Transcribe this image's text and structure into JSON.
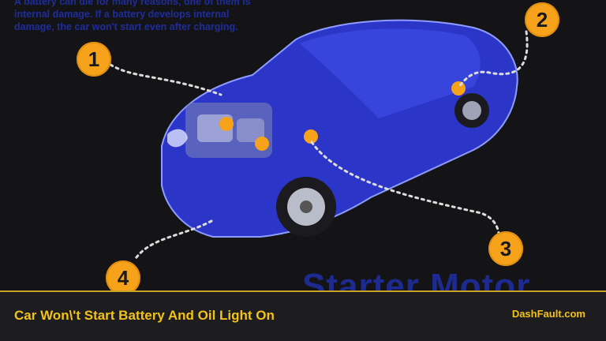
{
  "intro_text": "A battery can die for many reasons, one of them is\ninternal damage. If a battery develops internal\ndamage, the car won't start even after charging.",
  "background_title": "Starter Motor",
  "badges": [
    {
      "number": "1"
    },
    {
      "number": "2"
    },
    {
      "number": "3"
    },
    {
      "number": "4"
    }
  ],
  "footer": {
    "title": "Car Won\\'t Start Battery And Oil Light On",
    "brand": "DashFault.com"
  },
  "colors": {
    "badge": "#f6a21a",
    "accent": "#f3c21a",
    "car_body": "#2b36c9"
  },
  "icons": [
    "car-illustration",
    "hotspot-marker",
    "dotted-connector"
  ]
}
